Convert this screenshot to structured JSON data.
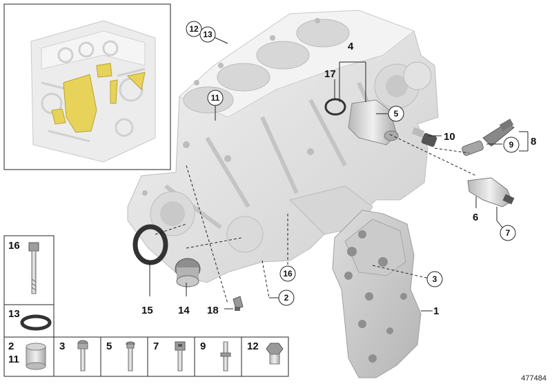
{
  "diagram_id": "477484",
  "colors": {
    "part_fill": "#e6e6e6",
    "part_shade": "#cfcfcf",
    "part_dark": "#9a9a9a",
    "highlight_yellow": "#e8d35a",
    "line": "#222222"
  },
  "callouts": {
    "c1": "1",
    "c2": "2",
    "c3": "3",
    "c4": "4",
    "c5": "5",
    "c6": "6",
    "c7": "7",
    "c8": "8",
    "c9": "9",
    "c10": "10",
    "c11": "11",
    "c12": "12",
    "c13": "13",
    "c14": "14",
    "c15": "15",
    "c16": "16",
    "c17": "17",
    "c18": "18"
  },
  "legend": {
    "left_cells": [
      {
        "labels": [
          "16"
        ],
        "part": "bolt-long"
      },
      {
        "labels": [
          "13"
        ],
        "part": "seal-ring"
      },
      {
        "labels": [
          "2",
          "11"
        ],
        "part": "sleeve"
      }
    ],
    "bottom_cells": [
      {
        "labels": [
          "3"
        ],
        "part": "bolt-medium"
      },
      {
        "labels": [
          "5"
        ],
        "part": "bolt-thin"
      },
      {
        "labels": [
          "7"
        ],
        "part": "socket-screw"
      },
      {
        "labels": [
          "9"
        ],
        "part": "stud-bolt"
      },
      {
        "labels": [
          "12"
        ],
        "part": "plug"
      }
    ]
  }
}
